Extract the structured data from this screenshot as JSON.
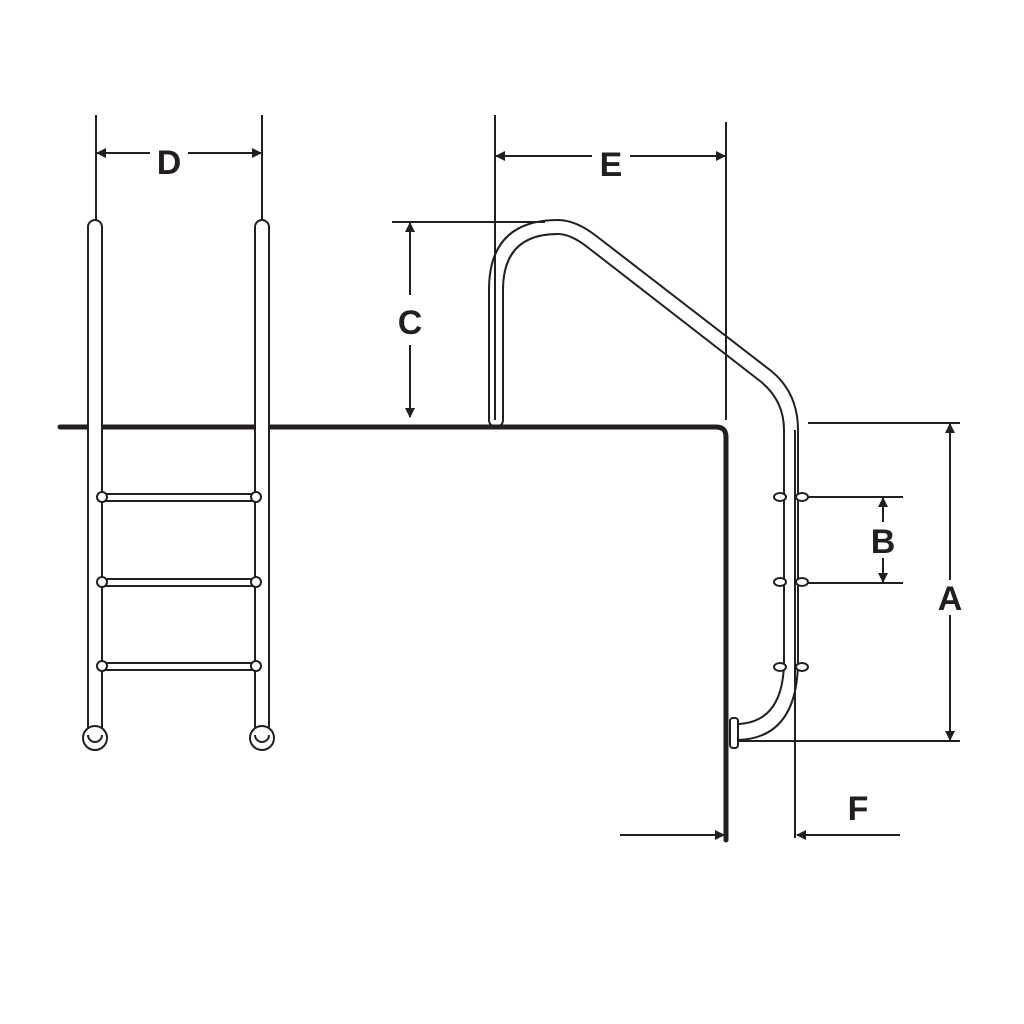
{
  "diagram": {
    "title": "Pool ladder and handrail dimension diagram",
    "stroke_color": "#231f20",
    "background": "#ffffff",
    "dimensions": {
      "A": {
        "label": "A",
        "meaning": "vertical height of handrail below deck"
      },
      "B": {
        "label": "B",
        "meaning": "step spacing"
      },
      "C": {
        "label": "C",
        "meaning": "handrail height above deck"
      },
      "D": {
        "label": "D",
        "meaning": "ladder width"
      },
      "E": {
        "label": "E",
        "meaning": "handrail horizontal reach"
      },
      "F": {
        "label": "F",
        "meaning": "distance from pool wall"
      }
    },
    "components": {
      "ladder_front_view": {
        "rungs": 3
      },
      "handrail_side_view": {
        "step_markers": 3
      }
    }
  }
}
